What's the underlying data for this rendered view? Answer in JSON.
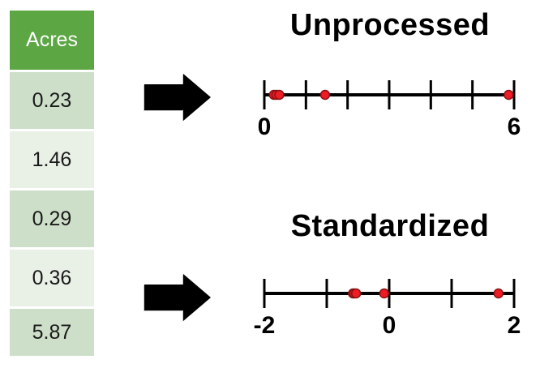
{
  "colors": {
    "header_green": "#5ca644",
    "row_dark": "#cddfc9",
    "row_light": "#e9f0e6",
    "dot": "#ee1c24",
    "dot_stroke": "#8b1012",
    "axis": "#000000",
    "arrow": "#000000"
  },
  "table": {
    "header": "Acres",
    "values": [
      "0.23",
      "1.46",
      "0.29",
      "0.36",
      "5.87"
    ]
  },
  "chart_data": [
    {
      "type": "scatter",
      "subtype": "dot-plot-number-line",
      "title": "Unprocessed",
      "points": [
        0.23,
        1.46,
        0.29,
        0.36,
        5.87
      ],
      "axis": {
        "min": 0,
        "max": 6,
        "tick_values": [
          0,
          1,
          2,
          3,
          4,
          5,
          6
        ],
        "shown_labels": [
          {
            "value": 0,
            "text": "0"
          },
          {
            "value": 6,
            "text": "6"
          }
        ]
      }
    },
    {
      "type": "scatter",
      "subtype": "dot-plot-number-line",
      "title": "Standardized",
      "points": [
        -0.58,
        -0.08,
        -0.56,
        -0.53,
        1.75
      ],
      "axis": {
        "min": -2,
        "max": 2,
        "tick_values": [
          -2,
          -1,
          0,
          1,
          2
        ],
        "shown_labels": [
          {
            "value": -2,
            "text": "-2"
          },
          {
            "value": 0,
            "text": "0"
          },
          {
            "value": 2,
            "text": "2"
          }
        ]
      }
    }
  ]
}
